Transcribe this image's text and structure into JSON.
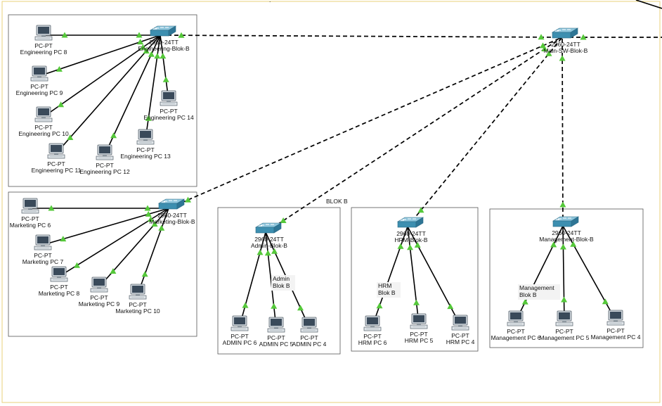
{
  "area_label": "BLOK B",
  "colors": {
    "border": "#e8d27a",
    "group_border": "#555555",
    "link": "#000000",
    "port_up": "#55c83a",
    "switch_body": "#3d8fb0",
    "pc_body": "#cfd6dc"
  },
  "icons": {
    "switch": "switch-icon",
    "pc": "pc-icon"
  },
  "switches": [
    {
      "id": "eng",
      "model": "2960-24TT",
      "name": "Engineering-Blok-B"
    },
    {
      "id": "mkt",
      "model": "2960-24TT",
      "name": "Marketing-Blok-B"
    },
    {
      "id": "main",
      "model": "2960-24TT",
      "name": "Main-SW-Blok-B"
    },
    {
      "id": "admin",
      "model": "2960-24TT",
      "name": "Admin-Blok-B"
    },
    {
      "id": "hrm",
      "model": "2960-24TT",
      "name": "HRM-Blok-B"
    },
    {
      "id": "mgmt",
      "model": "2960-24TT",
      "name": "Management-Blok-B"
    }
  ],
  "pcs": [
    {
      "id": "eng8",
      "type": "PC-PT",
      "name": "Engineering PC 8"
    },
    {
      "id": "eng9",
      "type": "PC-PT",
      "name": "Engineering PC 9"
    },
    {
      "id": "eng10",
      "type": "PC-PT",
      "name": "Engineering PC 10"
    },
    {
      "id": "eng11",
      "type": "PC-PT",
      "name": "Engineering PC 11"
    },
    {
      "id": "eng12",
      "type": "PC-PT",
      "name": "Engineering PC 12"
    },
    {
      "id": "eng13",
      "type": "PC-PT",
      "name": "Engineering PC 13"
    },
    {
      "id": "eng14",
      "type": "PC-PT",
      "name": "Engineering PC 14"
    },
    {
      "id": "mkt6",
      "type": "PC-PT",
      "name": "Marketing PC 6"
    },
    {
      "id": "mkt7",
      "type": "PC-PT",
      "name": "Marketing PC 7"
    },
    {
      "id": "mkt8",
      "type": "PC-PT",
      "name": "Marketing PC 8"
    },
    {
      "id": "mkt9",
      "type": "PC-PT",
      "name": "Marketing PC 9"
    },
    {
      "id": "mkt10",
      "type": "PC-PT",
      "name": "Marketing PC 10"
    },
    {
      "id": "adm6",
      "type": "PC-PT",
      "name": "ADMIN PC 6"
    },
    {
      "id": "adm5",
      "type": "PC-PT",
      "name": "ADMIN PC 5"
    },
    {
      "id": "adm4",
      "type": "PC-PT",
      "name": "ADMIN PC 4"
    },
    {
      "id": "hrm6",
      "type": "PC-PT",
      "name": "HRM PC 6"
    },
    {
      "id": "hrm5",
      "type": "PC-PT",
      "name": "HRM PC 5"
    },
    {
      "id": "hrm4",
      "type": "PC-PT",
      "name": "HRM PC 4"
    },
    {
      "id": "mg6",
      "type": "PC-PT",
      "name": "Management PC 6"
    },
    {
      "id": "mg5",
      "type": "PC-PT",
      "name": "Management PC 5"
    },
    {
      "id": "mg4",
      "type": "PC-PT",
      "name": "Management PC 4"
    }
  ],
  "notes": [
    {
      "id": "admin",
      "lines": [
        "Admin",
        "Blok B"
      ]
    },
    {
      "id": "hrm",
      "lines": [
        "HRM",
        "Blok B"
      ]
    },
    {
      "id": "mgmt",
      "lines": [
        "Management",
        "Blok B"
      ]
    }
  ],
  "links": [
    {
      "from": "eng8",
      "to": "eng",
      "type": "straight"
    },
    {
      "from": "eng9",
      "to": "eng",
      "type": "straight"
    },
    {
      "from": "eng10",
      "to": "eng",
      "type": "straight"
    },
    {
      "from": "eng11",
      "to": "eng",
      "type": "straight"
    },
    {
      "from": "eng12",
      "to": "eng",
      "type": "straight"
    },
    {
      "from": "eng13",
      "to": "eng",
      "type": "straight"
    },
    {
      "from": "eng14",
      "to": "eng",
      "type": "straight"
    },
    {
      "from": "mkt6",
      "to": "mkt",
      "type": "straight"
    },
    {
      "from": "mkt7",
      "to": "mkt",
      "type": "straight"
    },
    {
      "from": "mkt8",
      "to": "mkt",
      "type": "straight"
    },
    {
      "from": "mkt9",
      "to": "mkt",
      "type": "straight"
    },
    {
      "from": "mkt10",
      "to": "mkt",
      "type": "straight"
    },
    {
      "from": "adm6",
      "to": "admin",
      "type": "straight"
    },
    {
      "from": "adm5",
      "to": "admin",
      "type": "straight"
    },
    {
      "from": "adm4",
      "to": "admin",
      "type": "straight"
    },
    {
      "from": "hrm6",
      "to": "hrm",
      "type": "straight"
    },
    {
      "from": "hrm5",
      "to": "hrm",
      "type": "straight"
    },
    {
      "from": "hrm4",
      "to": "hrm",
      "type": "straight"
    },
    {
      "from": "mg6",
      "to": "mgmt",
      "type": "straight"
    },
    {
      "from": "mg5",
      "to": "mgmt",
      "type": "straight"
    },
    {
      "from": "mg4",
      "to": "mgmt",
      "type": "straight"
    },
    {
      "from": "eng",
      "to": "main",
      "type": "cross"
    },
    {
      "from": "mkt",
      "to": "main",
      "type": "cross"
    },
    {
      "from": "admin",
      "to": "main",
      "type": "cross"
    },
    {
      "from": "hrm",
      "to": "main",
      "type": "cross"
    },
    {
      "from": "mgmt",
      "to": "main",
      "type": "cross"
    },
    {
      "from": "main",
      "to": "offscreen-right",
      "type": "cross"
    }
  ]
}
